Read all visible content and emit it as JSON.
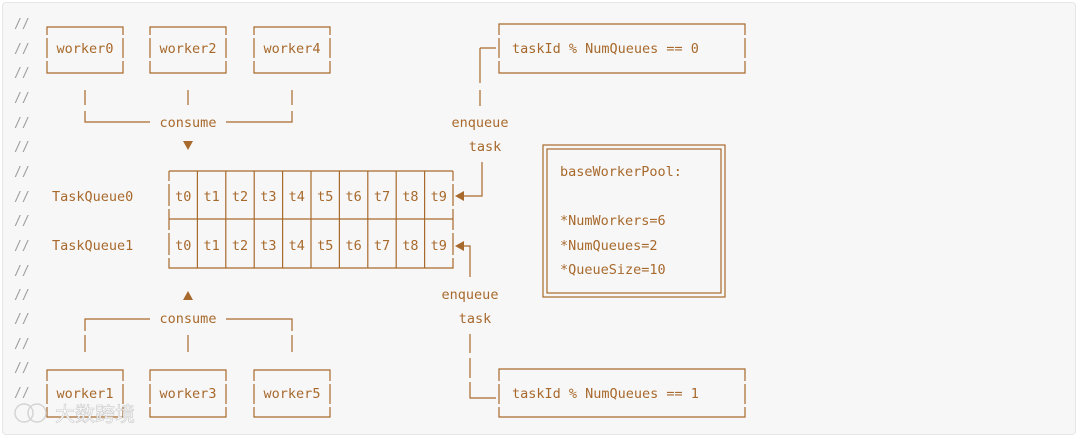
{
  "comment_marker": "//",
  "workers_top": [
    "worker0",
    "worker2",
    "worker4"
  ],
  "workers_bottom": [
    "worker1",
    "worker3",
    "worker5"
  ],
  "consume_label": "consume",
  "queues": [
    {
      "name": "TaskQueue0",
      "slots": [
        "t0",
        "t1",
        "t2",
        "t3",
        "t4",
        "t5",
        "t6",
        "t7",
        "t8",
        "t9"
      ]
    },
    {
      "name": "TaskQueue1",
      "slots": [
        "t0",
        "t1",
        "t2",
        "t3",
        "t4",
        "t5",
        "t6",
        "t7",
        "t8",
        "t9"
      ]
    }
  ],
  "enqueue_top": {
    "line1": "enqueue",
    "line2": "task"
  },
  "enqueue_bottom": {
    "line1": "enqueue",
    "line2": "task"
  },
  "condition_top": "taskId % NumQueues == 0",
  "condition_bottom": "taskId % NumQueues == 1",
  "pool": {
    "title": "baseWorkerPool:",
    "params": [
      "*NumWorkers=6",
      "*NumQueues=2",
      "*QueueSize=10"
    ]
  },
  "watermark": "大数跨境",
  "colors": {
    "text": "#a8692c",
    "comment": "#a0a0a0",
    "background": "#f7f7f7"
  }
}
